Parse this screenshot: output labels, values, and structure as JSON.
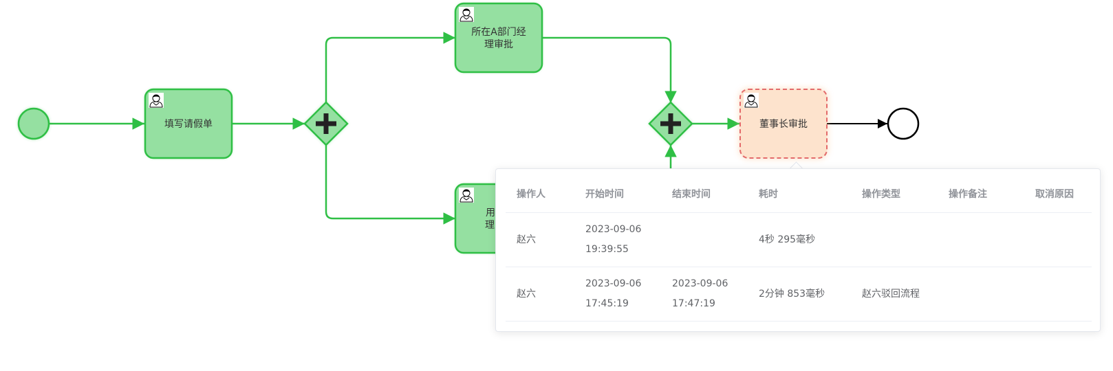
{
  "diagram": {
    "tasks": {
      "fill_form": "填写请假单",
      "dept_a_line1": "所在A部门经",
      "dept_a_line2": "理审批",
      "dept_b_line1": "用人部",
      "dept_b_line2": "理",
      "chairman": "董事长审批"
    },
    "colors": {
      "completed_fill": "#95e0a1",
      "completed_stroke": "#2fbf45",
      "active_fill": "#fde3cd",
      "active_stroke": "#e36b6b",
      "pending_stroke": "#000000"
    },
    "icons": [
      "user-icon",
      "plus-icon"
    ]
  },
  "popover": {
    "headers": [
      "操作人",
      "开始时间",
      "结束时间",
      "耗时",
      "操作类型",
      "操作备注",
      "取消原因"
    ],
    "rows": [
      {
        "operator": "赵六",
        "start_date": "2023-09-06",
        "start_time": "19:39:55",
        "end_date": "",
        "end_time": "",
        "duration": "4秒 295毫秒",
        "type": "",
        "note": "",
        "cancel_reason": ""
      },
      {
        "operator": "赵六",
        "start_date": "2023-09-06",
        "start_time": "17:45:19",
        "end_date": "2023-09-06",
        "end_time": "17:47:19",
        "duration": "2分钟 853毫秒",
        "type": "赵六驳回流程",
        "note": "",
        "cancel_reason": ""
      }
    ]
  }
}
